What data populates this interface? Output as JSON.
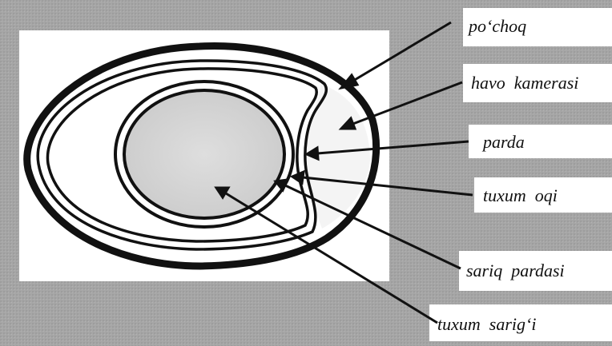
{
  "colors": {
    "background": "#a9a9a9",
    "panel": "#ffffff",
    "outline": "#111111",
    "air_cell": "#f6f6f6",
    "yolk": "#d6d6d6"
  },
  "labels": {
    "shell": "po‘choq",
    "air_cell": "havo  kamerasi",
    "membrane": "parda",
    "egg_white": "tuxum  oqi",
    "yolk_membrane": "sariq  pardasi",
    "yolk": "tuxum  sarig‘i"
  }
}
